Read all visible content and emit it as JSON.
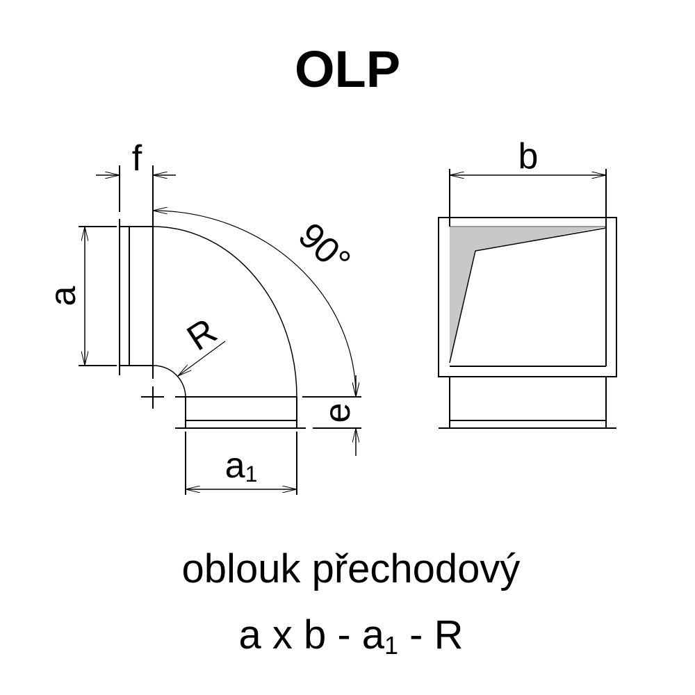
{
  "title": "OLP",
  "labels": {
    "f": "f",
    "a": "a",
    "angle": "90°",
    "R": "R",
    "e": "e",
    "a1_main": "a",
    "a1_sub": "1",
    "b": "b"
  },
  "caption": {
    "line1": "oblouk přechodový",
    "line2_part1": "a x b - a",
    "line2_sub": "1",
    "line2_part2": " - R"
  },
  "colors": {
    "line": "#000000",
    "fill": "#c8c8c8"
  }
}
